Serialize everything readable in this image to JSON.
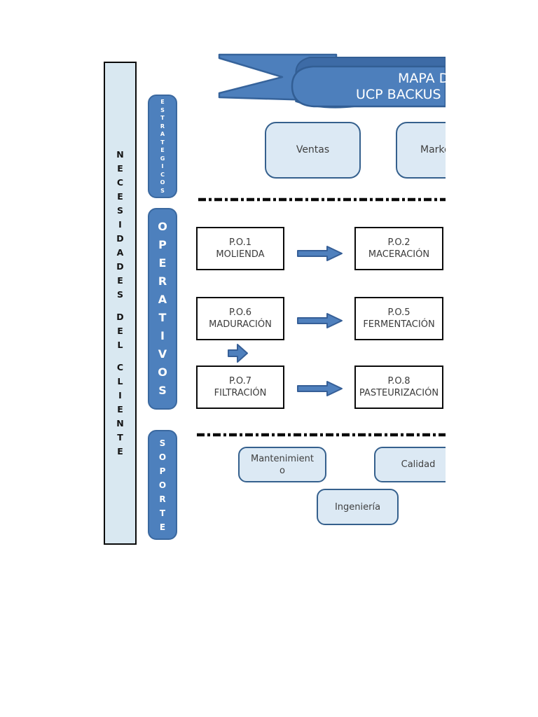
{
  "banner": {
    "title_line1": "MAPA D",
    "title_line2": "UCP BACKUS"
  },
  "client_needs_bar": {
    "text": "NECESIDADES DEL CLIENTE"
  },
  "lanes": {
    "estrategicos": {
      "label": "ESTRATEGICOS"
    },
    "operativos": {
      "label": "OPERATIVOS"
    },
    "soporte": {
      "label": "SOPORTE"
    }
  },
  "strategic_row": {
    "boxes": [
      {
        "label": "Ventas"
      },
      {
        "label": "Marke"
      }
    ]
  },
  "process_map": {
    "rows": [
      {
        "left": "P.O.1\nMOLIENDA",
        "right": "P.O.2\nMACERACIÓN"
      },
      {
        "left": "P.O.6\nMADURACIÓN",
        "right": "P.O.5\nFERMENTACIÓN"
      },
      {
        "left": "P.O.7\nFILTRACIÓN",
        "right": "P.O.8\nPASTEURIZACIÓN"
      }
    ]
  },
  "support_row": {
    "boxes": [
      {
        "label": "Mantenimient\no"
      },
      {
        "label": "Calidad"
      },
      {
        "label": "Ingeniería"
      }
    ]
  },
  "colors": {
    "accent_blue": "#4d80bd",
    "accent_dark": "#325e94",
    "ribbon_shade": "#3d6ba6",
    "light_box_fill": "#dce9f4",
    "light_box_border": "#35608d",
    "process_box_border": "#0a0a0a",
    "separator": "#0a0a0a"
  }
}
